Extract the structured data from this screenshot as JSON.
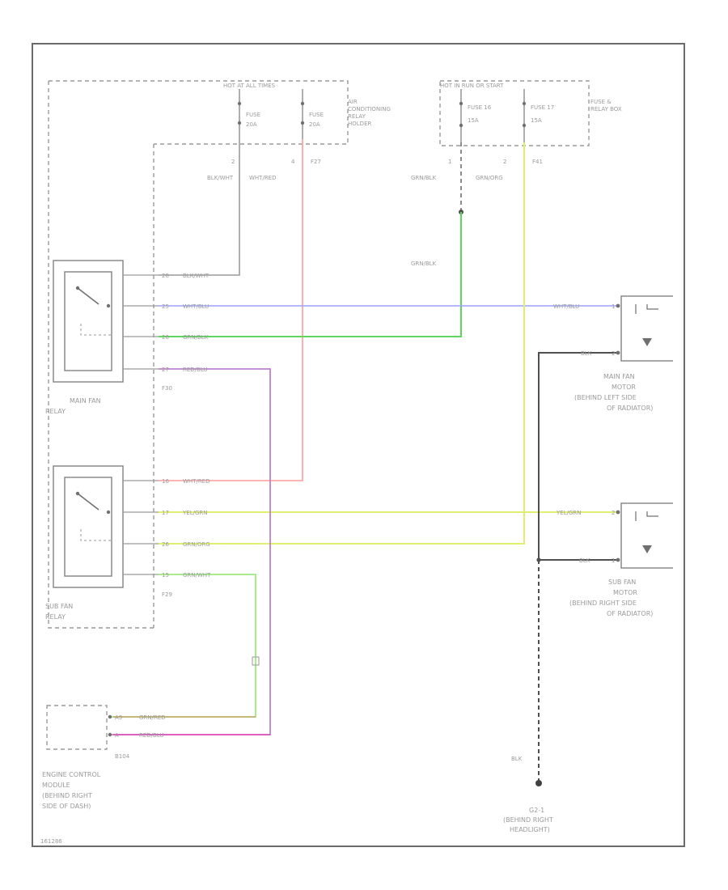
{
  "labels": {
    "hot_at_all_times": "HOT AT ALL TIMES",
    "ac_relay_holder": [
      "AIR",
      "CONDITIONING",
      "RELAY",
      "HOLDER"
    ],
    "fuse_a_line1": "FUSE",
    "fuse_a_line2": "20A",
    "fuse_b_line1": "FUSE",
    "fuse_b_line2": "20A",
    "hot_in_run": "HOT IN RUN OR START",
    "fuse_relay_box": [
      "FUSE &",
      "RELAY BOX"
    ],
    "fuse16_line1": "FUSE 16",
    "fuse16_line2": "15A",
    "fuse17_line1": "FUSE 17",
    "fuse17_line2": "15A",
    "pin_2a": "2",
    "pin_4a": "4",
    "conn_f27": "F27",
    "pin_1b": "1",
    "pin_2b": "2",
    "conn_f41": "F41",
    "wire_blk_wht": "BLK/WHT",
    "wire_wht_red": "WHT/RED",
    "wire_grn_blk": "GRN/BLK",
    "wire_grn_org": "GRN/ORG",
    "wire_grn_blk_splice": "GRN/BLK",
    "main_relay_pins": [
      {
        "pin": "28",
        "wire": "BLK/WHT"
      },
      {
        "pin": "25",
        "wire": "WHT/BLU"
      },
      {
        "pin": "26",
        "wire": "GRN/BLK"
      },
      {
        "pin": "27",
        "wire": "RED/BLU"
      }
    ],
    "conn_f30": "F30",
    "main_relay_name": [
      "MAIN FAN",
      "RELAY"
    ],
    "sub_relay_pins": [
      {
        "pin": "16",
        "wire": "WHT/RED"
      },
      {
        "pin": "17",
        "wire": "YEL/GRN"
      },
      {
        "pin": "26",
        "wire": "GRN/ORG"
      },
      {
        "pin": "15",
        "wire": "GRN/WHT"
      }
    ],
    "conn_f29": "F29",
    "sub_relay_name": [
      "SUB FAN",
      "RELAY"
    ],
    "main_motor_wht_blu": "WHT/BLU",
    "main_motor_pin1": "1",
    "main_motor_blk": "BLK",
    "main_motor_pin2": "2",
    "main_motor_name": [
      "MAIN FAN",
      "MOTOR",
      "(BEHIND LEFT SIDE",
      "OF RADIATOR)"
    ],
    "sub_motor_yel_grn": "YEL/GRN",
    "sub_motor_pin2": "2",
    "sub_motor_blk": "BLK",
    "sub_motor_pin1": "1",
    "sub_motor_name": [
      "SUB FAN",
      "MOTOR",
      "(BEHIND RIGHT SIDE",
      "OF RADIATOR)"
    ],
    "ecm_pin_a": "A9",
    "ecm_wire_a": "GRN/RED",
    "ecm_pin_b": "A",
    "ecm_wire_b": "RED/BLU",
    "conn_b104": "B104",
    "ecm_name": [
      "ENGINE CONTROL",
      "MODULE",
      "(BEHIND RIGHT",
      "SIDE OF DASH)"
    ],
    "ground_blk": "BLK",
    "ground_name": [
      "G2-1",
      "(BEHIND RIGHT",
      "HEADLIGHT)"
    ],
    "figure_id": "161286"
  },
  "colors": {
    "gray": "#9a9a9a",
    "red": "#ff9a9a",
    "blue": "#9aa0ff",
    "green": "#5cd65c",
    "purple": "#c080d0",
    "yellow": "#e0ef70",
    "light_green": "#a8ec8c",
    "tan": "#c8b878",
    "magenta": "#e060c0",
    "black": "#505050"
  }
}
